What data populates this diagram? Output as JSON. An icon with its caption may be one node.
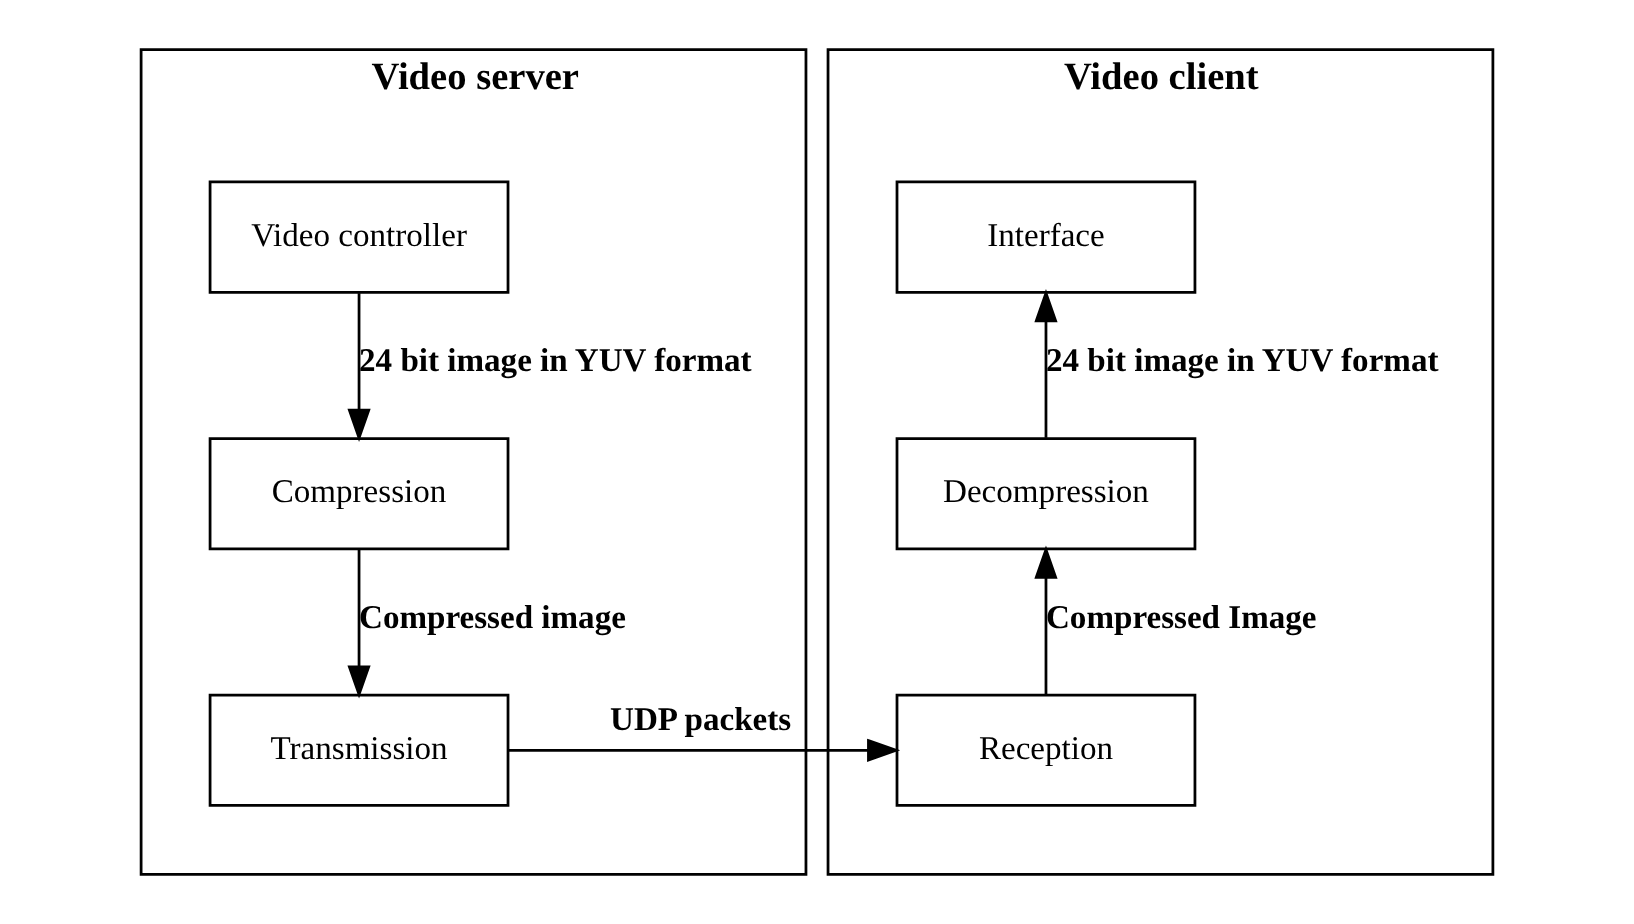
{
  "diagram": {
    "nodes": [
      {
        "text": [
          "Video server"
        ]
      },
      {
        "text": [
          "Video controller"
        ],
        "in": 0
      },
      {
        "text": [
          "Compression"
        ],
        "in": 0
      },
      {
        "text": [
          "Transmission"
        ],
        "in": 0
      },
      {
        "text": [
          "Video client"
        ]
      },
      {
        "text": [
          "Interface"
        ],
        "in": 4
      },
      {
        "text": [
          "Decompression"
        ],
        "in": 4
      },
      {
        "text": [
          "Reception"
        ],
        "in": 4
      }
    ],
    "edges": [
      {
        "from": 1,
        "to": 2,
        "arrow": "to",
        "label": "24 bit image in YUV format"
      },
      {
        "from": 2,
        "to": 3,
        "arrow": "to",
        "label": "Compressed image"
      },
      {
        "from": 3,
        "to": 7,
        "arrow": "to",
        "label": "UDP packets"
      },
      {
        "from": 7,
        "to": 6,
        "arrow": "to",
        "label": "Compressed Image"
      },
      {
        "from": 6,
        "to": 5,
        "arrow": "to",
        "label": "24 bit image in YUV format"
      }
    ]
  }
}
